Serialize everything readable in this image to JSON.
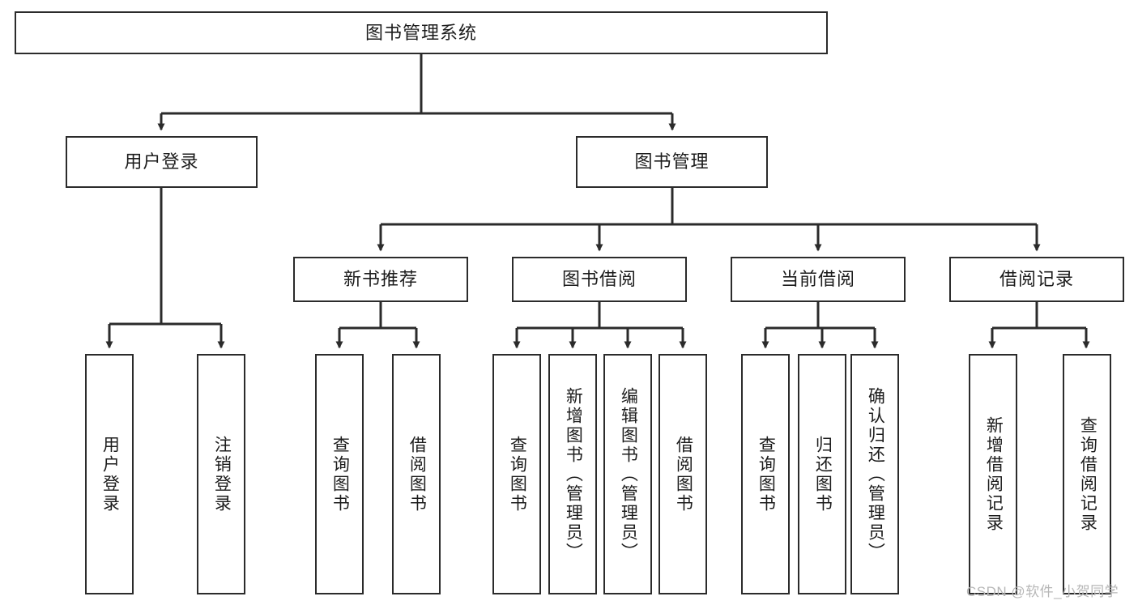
{
  "diagram": {
    "type": "tree-hierarchy",
    "title": "图书管理系统",
    "watermark": "CSDN @软件_小贺同学",
    "colors": {
      "box_border": "#2b2b2b",
      "box_fill": "#ffffff",
      "connector": "#2b2b2b",
      "text": "#1c1c1c",
      "watermark": "#b7b7b7"
    },
    "levels": {
      "root": {
        "label": "图书管理系统"
      },
      "level2": [
        {
          "label": "用户登录"
        },
        {
          "label": "图书管理"
        }
      ],
      "level3": [
        {
          "label": "新书推荐"
        },
        {
          "label": "图书借阅"
        },
        {
          "label": "当前借阅"
        },
        {
          "label": "借阅记录"
        }
      ],
      "leaves_user_login": [
        {
          "label": "用户登录"
        },
        {
          "label": "注销登录"
        }
      ],
      "leaves_new_book": [
        {
          "label": "查询图书"
        },
        {
          "label": "借阅图书"
        }
      ],
      "leaves_borrow": [
        {
          "label": "查询图书"
        },
        {
          "label": "新增图书（管理员）"
        },
        {
          "label": "编辑图书（管理员）"
        },
        {
          "label": "借阅图书"
        }
      ],
      "leaves_current": [
        {
          "label": "查询图书"
        },
        {
          "label": "归还图书"
        },
        {
          "label": "确认归还（管理员）"
        }
      ],
      "leaves_record": [
        {
          "label": "新增借阅记录"
        },
        {
          "label": "查询借阅记录"
        }
      ]
    }
  }
}
